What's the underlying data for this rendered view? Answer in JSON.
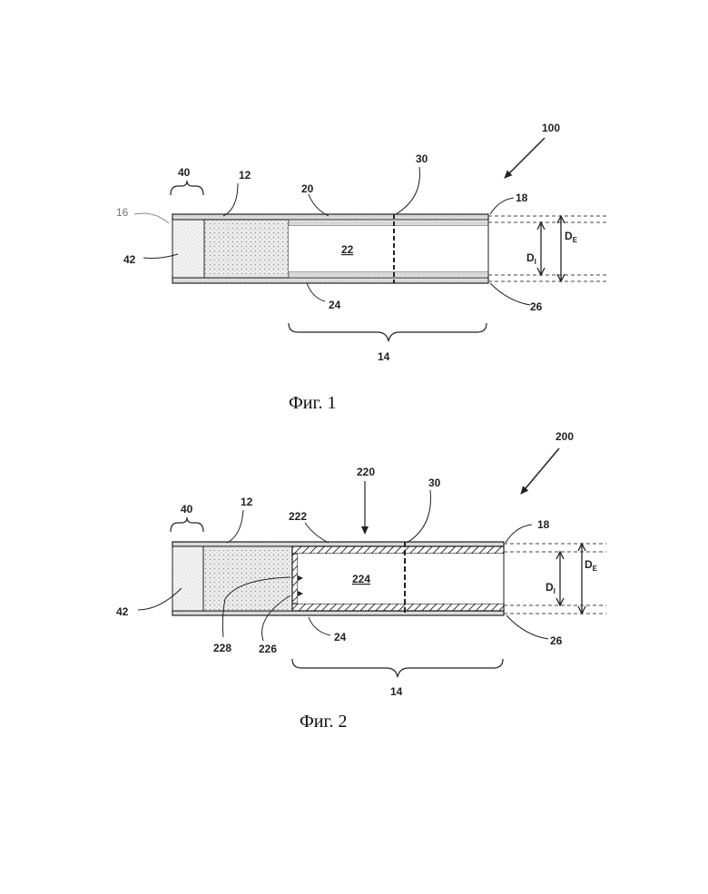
{
  "figure1": {
    "caption": "Фиг. 1",
    "labels": {
      "l100": "100",
      "l40": "40",
      "l12": "12",
      "l30": "30",
      "l20": "20",
      "l16": "16",
      "l18": "18",
      "l42": "42",
      "l22": "22",
      "l24": "24",
      "l26": "26",
      "l14": "14",
      "de_main": "D",
      "de_sub": "E",
      "di_main": "D",
      "di_sub": "I"
    }
  },
  "figure2": {
    "caption": "Фиг. 2",
    "labels": {
      "l200": "200",
      "l220": "220",
      "l40": "40",
      "l12": "12",
      "l30": "30",
      "l222": "222",
      "l18": "18",
      "l224": "224",
      "l42": "42",
      "l228": "228",
      "l226": "226",
      "l24": "24",
      "l26": "26",
      "l14": "14",
      "de_main": "D",
      "de_sub": "E",
      "di_main": "D",
      "di_sub": "I"
    }
  },
  "colors": {
    "line": "#222222",
    "tube_fill": "#d9d9d9",
    "filter_fill": "#e6e6e6",
    "plug_fill": "#f0f0f0"
  }
}
